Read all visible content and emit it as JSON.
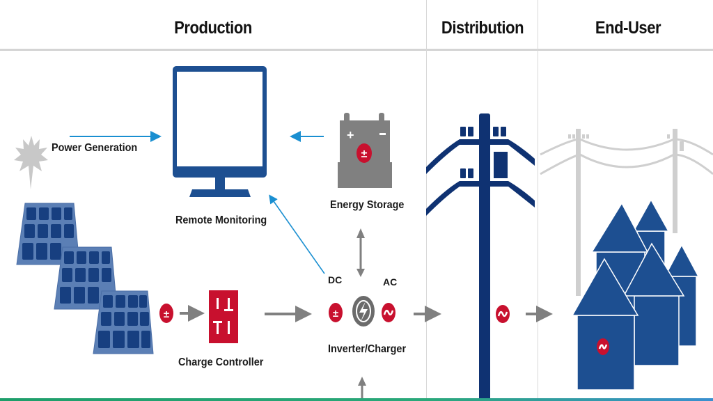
{
  "sections": {
    "production": "Production",
    "distribution": "Distribution",
    "end_user": "End-User"
  },
  "components": {
    "power_generation": "Power Generation",
    "remote_monitoring": "Remote Monitoring",
    "energy_storage": "Energy Storage",
    "charge_controller": "Charge Controller",
    "inverter_charger": "Inverter/Charger",
    "dc_label": "DC",
    "ac_label": "AC"
  },
  "icons": {
    "sun": "sun-icon",
    "solar_panels": "solar-panel-icon",
    "monitor": "monitor-icon",
    "battery": "battery-icon",
    "charge_controller": "charge-controller-icon",
    "inverter": "lightning-icon",
    "dc_symbol": "plus-minus-icon",
    "ac_symbol": "sine-wave-icon",
    "utility_pole": "utility-pole-icon",
    "houses": "house-icon"
  },
  "colors": {
    "navy": "#1d4f91",
    "dark_navy": "#0f3272",
    "red": "#c8102e",
    "gray": "#808080",
    "arrow_blue": "#1a8fd1",
    "light_gray": "#cccccc"
  }
}
